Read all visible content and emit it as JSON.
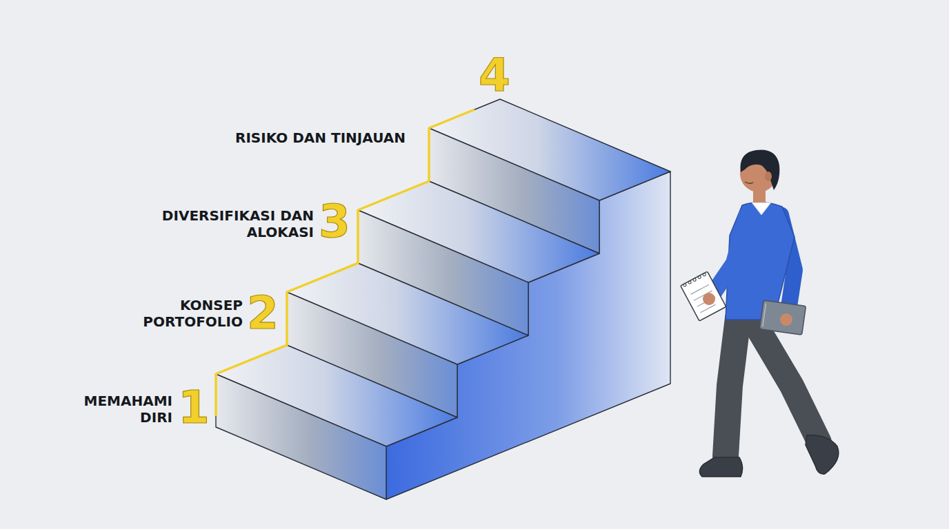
{
  "diagram": {
    "labels": [
      "MEMAHAMI DIRI",
      "1",
      "KONSEP PORTOFOLIO",
      "2",
      "DIVERSIFIKASI DAN ALOKASI",
      "3",
      "RISIKO DAN TINJAUAN",
      "4"
    ]
  }
}
